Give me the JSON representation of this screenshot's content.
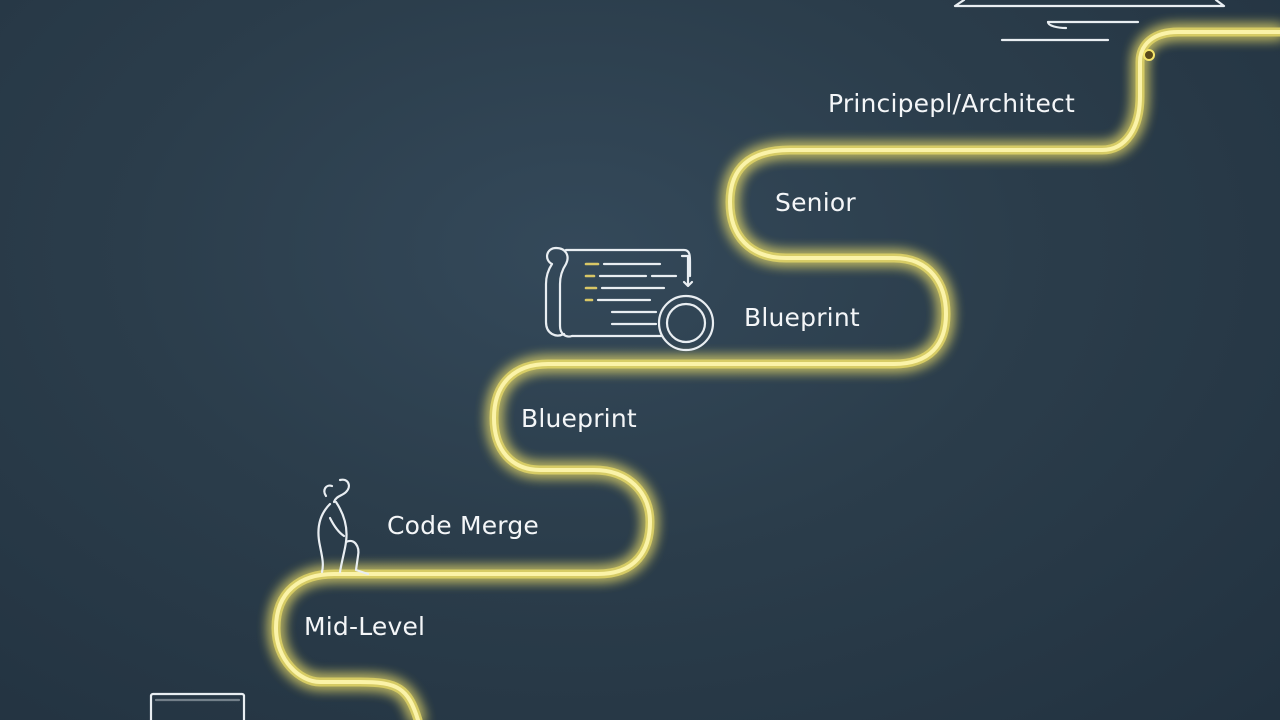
{
  "diagram": {
    "stages": [
      {
        "id": "mid-level",
        "label": "Mid-Level"
      },
      {
        "id": "code-merge",
        "label": "Code Merge"
      },
      {
        "id": "blueprint-1",
        "label": "Blueprint"
      },
      {
        "id": "blueprint-2",
        "label": "Blueprint"
      },
      {
        "id": "senior",
        "label": "Senior"
      },
      {
        "id": "principal",
        "label": "Principepl/Architect"
      }
    ],
    "icons": [
      {
        "id": "laptop",
        "name": "laptop-icon"
      },
      {
        "id": "person",
        "name": "person-climbing-icon"
      },
      {
        "id": "blueprint",
        "name": "blueprint-scroll-icon"
      },
      {
        "id": "monitor",
        "name": "monitor-icon"
      }
    ],
    "colors": {
      "path": "#f2e26a",
      "path_glow": "#fff59a",
      "background": "#2b3d4b",
      "text": "#f4f6f8"
    }
  }
}
